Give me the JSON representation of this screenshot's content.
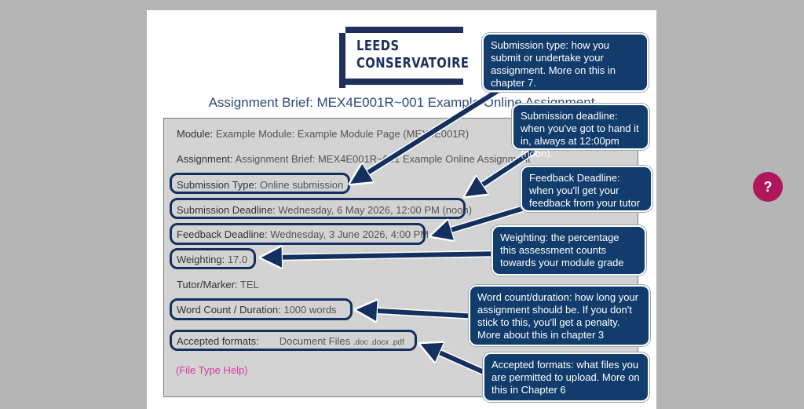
{
  "logo": {
    "line1": "LEEDS",
    "line2": "CONSERVATOIRE"
  },
  "brief_title": "Assignment Brief: MEX4E001R~001 Example Online Assignment",
  "rows": [
    {
      "label": "Module:",
      "value": "Example Module: Example Module Page (MEX4E001R)"
    },
    {
      "label": "Assignment:",
      "value": "Assignment Brief: MEX4E001R~001 Example Online Assignment"
    },
    {
      "label": "Submission Type:",
      "value": "Online submission"
    },
    {
      "label": "Submission Deadline:",
      "value": "Wednesday, 6 May 2026, 12:00 PM (noon)"
    },
    {
      "label": "Feedback Deadline:",
      "value": "Wednesday, 3 June 2026, 4:00 PM"
    },
    {
      "label": "Weighting:",
      "value": "17.0"
    },
    {
      "label": "Tutor/Marker:",
      "value": "TEL"
    },
    {
      "label": "Word Count / Duration:",
      "value": "1000 words"
    },
    {
      "label": "Accepted formats:",
      "value_name": "Document Files",
      "value_ext": ".doc .docx .pdf"
    }
  ],
  "file_type_help": "(File Type Help)",
  "callouts": {
    "submission_type": "Submission type: how you submit or undertake your assignment. More on this in chapter 7.",
    "submission_deadline": "Submission deadline: when you've got to hand it in, always at 12:00pm (noon).",
    "feedback_deadline": "Feedback Deadline: when you'll get your feedback from your tutor",
    "weighting": "Weighting: the percentage this assessment counts towards your module grade",
    "word_count": "Word count/duration: how long your assignment should be. If you don't stick to this, you'll get a penalty. More about this in chapter 3",
    "accepted_formats": "Accepted formats: what files you are permitted to upload. More on this in Chapter 6"
  },
  "help_button": "?",
  "colors": {
    "callout": "#123c6b",
    "highlight": "#13305e",
    "link": "#d63aa0",
    "help": "#b0175a"
  }
}
